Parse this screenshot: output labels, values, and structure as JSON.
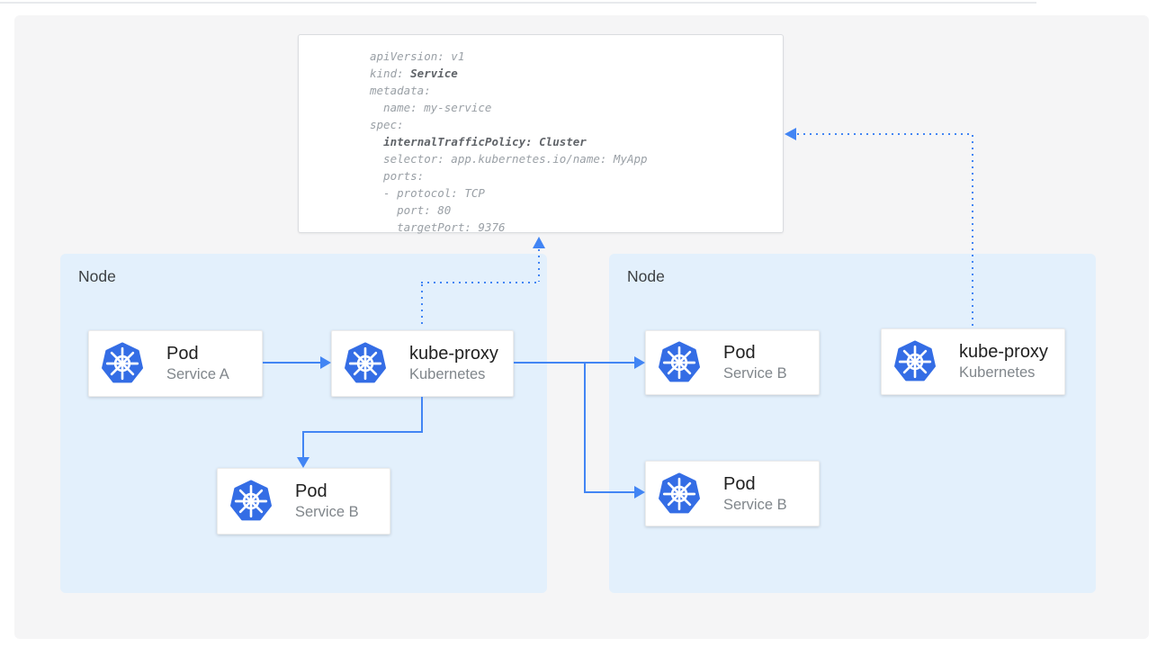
{
  "colors": {
    "arrow_blue": "#4285f4",
    "kubernetes_blue": "#346de5",
    "node_background": "#e3f0fc",
    "panel_background": "#f5f5f6",
    "code_text": "#9aa0a6",
    "code_bold_text": "#5f6368"
  },
  "icons": {
    "kubernetes": "kubernetes-helm-wheel-in-heptagon"
  },
  "code_panel": {
    "lines": [
      {
        "segments": [
          {
            "text": "apiVersion: v1",
            "bold": false
          }
        ]
      },
      {
        "segments": [
          {
            "text": "kind: ",
            "bold": false
          },
          {
            "text": "Service",
            "bold": true
          }
        ]
      },
      {
        "segments": [
          {
            "text": "metadata:",
            "bold": false
          }
        ]
      },
      {
        "segments": [
          {
            "text": "  name: my-service",
            "bold": false
          }
        ]
      },
      {
        "segments": [
          {
            "text": "spec:",
            "bold": false
          }
        ]
      },
      {
        "segments": [
          {
            "text": "  ",
            "bold": false
          },
          {
            "text": "internalTrafficPolicy: Cluster",
            "bold": true
          }
        ]
      },
      {
        "segments": [
          {
            "text": "  selector: app.kubernetes.io/name: MyApp",
            "bold": false
          }
        ]
      },
      {
        "segments": [
          {
            "text": "  ports:",
            "bold": false
          }
        ]
      },
      {
        "segments": [
          {
            "text": "  - protocol: TCP",
            "bold": false
          }
        ]
      },
      {
        "segments": [
          {
            "text": "    port: 80",
            "bold": false
          }
        ]
      },
      {
        "segments": [
          {
            "text": "    targetPort: 9376",
            "bold": false
          }
        ]
      }
    ]
  },
  "nodes": [
    {
      "label": "Node",
      "cards": [
        {
          "title": "Pod",
          "subtitle": "Service A"
        },
        {
          "title": "kube-proxy",
          "subtitle": "Kubernetes"
        },
        {
          "title": "Pod",
          "subtitle": "Service B"
        }
      ]
    },
    {
      "label": "Node",
      "cards": [
        {
          "title": "Pod",
          "subtitle": "Service B"
        },
        {
          "title": "Pod",
          "subtitle": "Service B"
        },
        {
          "title": "kube-proxy",
          "subtitle": "Kubernetes"
        }
      ]
    }
  ]
}
